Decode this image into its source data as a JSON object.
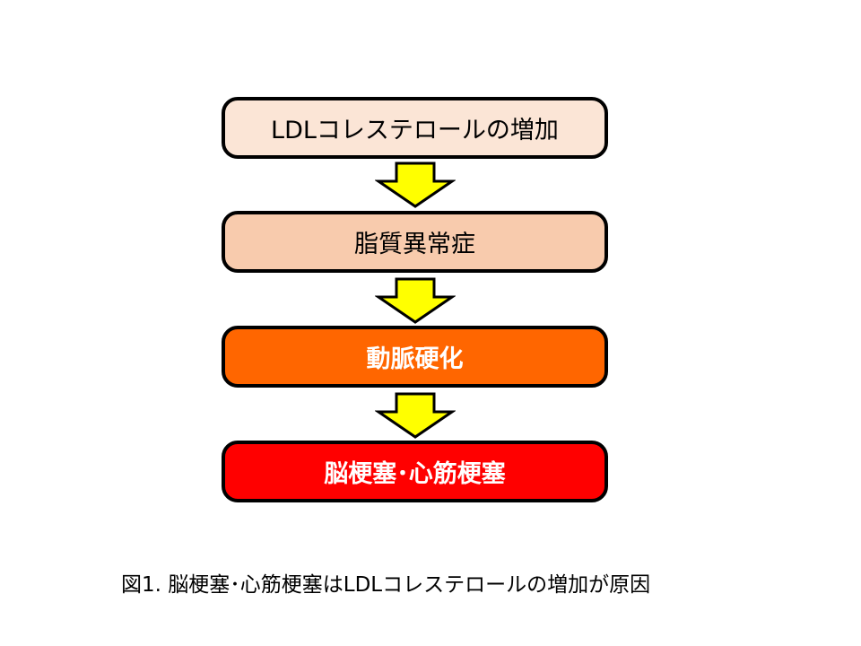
{
  "flow": {
    "steps": [
      {
        "label": "LDLコレステロールの増加",
        "fill": "#FBE5D6",
        "bold": false
      },
      {
        "label": "脂質異常症",
        "fill": "#F8CBAD",
        "bold": false
      },
      {
        "label": "動脈硬化",
        "fill": "#FF6600",
        "bold": true
      },
      {
        "label": "脳梗塞･心筋梗塞",
        "fill": "#FF0000",
        "bold": true
      }
    ],
    "arrow_color": "#FFFF00",
    "arrow_icon": "down-arrow-icon"
  },
  "caption": "図1. 脳梗塞･心筋梗塞はLDLコレステロールの増加が原因"
}
